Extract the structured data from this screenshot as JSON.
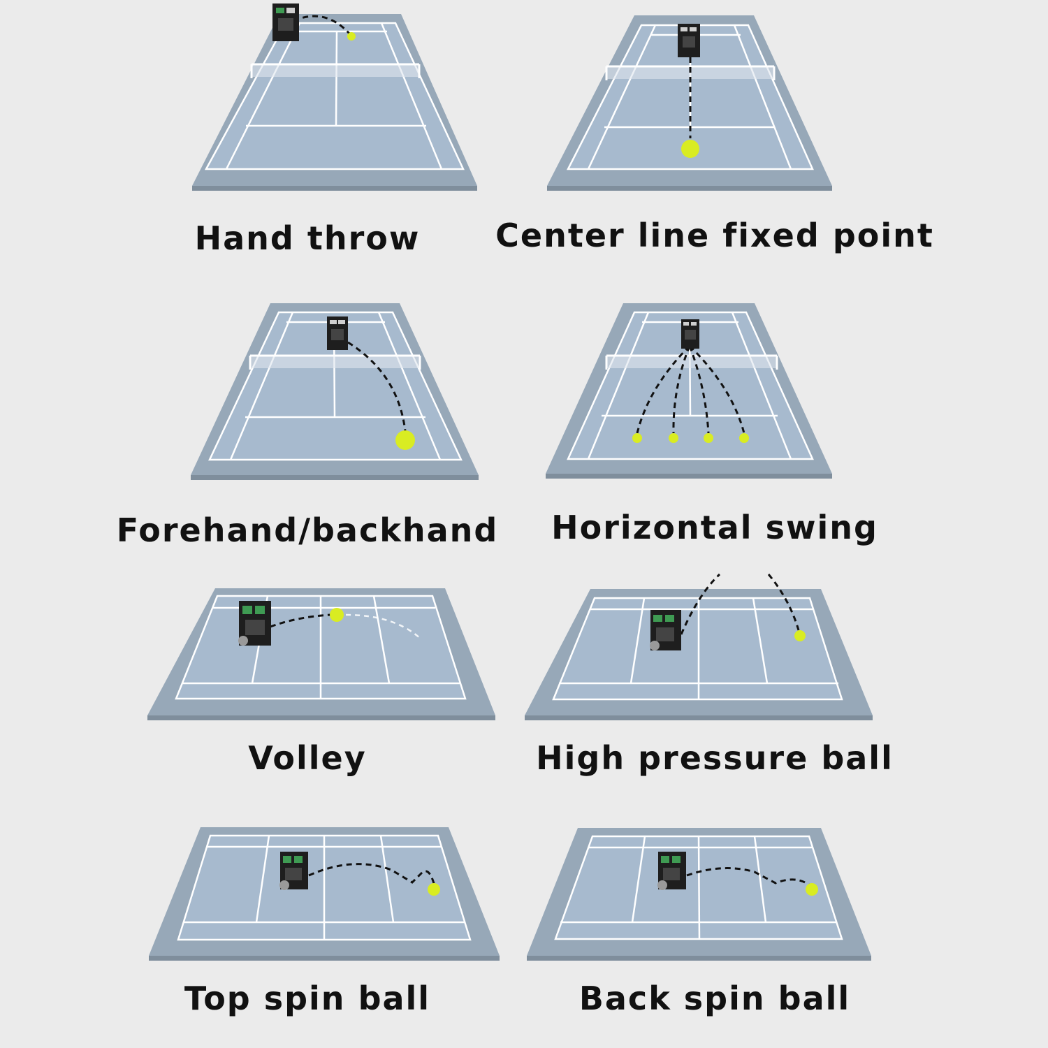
{
  "colors": {
    "background": "#ebebeb",
    "court_surround": "#97a8b8",
    "court_inner": "#a7bace",
    "court_edge": "#7f8e9c",
    "lines": "#ffffff",
    "machine": "#1e1e1e",
    "ball": "#d9ec22",
    "trajectory": "#111111"
  },
  "panels": [
    {
      "id": "hand-throw",
      "label": "Hand throw",
      "machine_icon": "ball-machine-icon",
      "ball_icon": "tennis-ball-icon"
    },
    {
      "id": "center-line-fixed-point",
      "label": "Center line fixed point",
      "machine_icon": "ball-machine-icon",
      "ball_icon": "tennis-ball-icon"
    },
    {
      "id": "forehand-backhand",
      "label": "Forehand/backhand",
      "machine_icon": "ball-machine-icon",
      "ball_icon": "tennis-ball-icon"
    },
    {
      "id": "horizontal-swing",
      "label": "Horizontal swing",
      "machine_icon": "ball-machine-icon",
      "ball_icon": "tennis-ball-icon"
    },
    {
      "id": "volley",
      "label": "Volley",
      "machine_icon": "ball-machine-icon",
      "ball_icon": "tennis-ball-icon"
    },
    {
      "id": "high-pressure-ball",
      "label": "High pressure ball",
      "machine_icon": "ball-machine-icon",
      "ball_icon": "tennis-ball-icon"
    },
    {
      "id": "top-spin-ball",
      "label": "Top spin ball",
      "machine_icon": "ball-machine-icon",
      "ball_icon": "tennis-ball-icon"
    },
    {
      "id": "back-spin-ball",
      "label": "Back spin ball",
      "machine_icon": "ball-machine-icon",
      "ball_icon": "tennis-ball-icon"
    }
  ]
}
